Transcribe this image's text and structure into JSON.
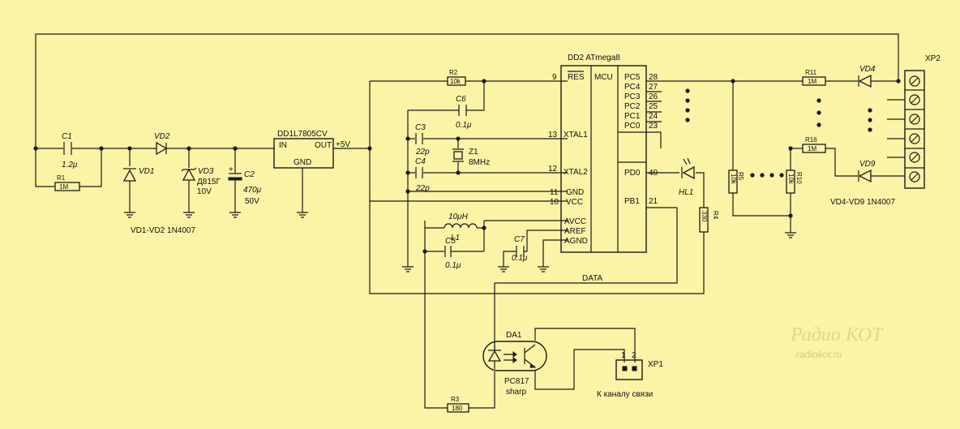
{
  "colors": {
    "background": "#fbf3a6",
    "ink": "#1a1a1a",
    "watermark": "#d8c98a"
  },
  "labels": {
    "c1": "C1",
    "c1_val": "1.2μ",
    "r1": "R1",
    "r1_val": "1M",
    "vd1": "VD1",
    "vd2": "VD2",
    "vd3": "VD3",
    "vd3_part": "Д815Г",
    "vd3_v": "10V",
    "c2": "C2",
    "c2_val": "470μ",
    "c2_v": "50V",
    "c2_plus": "+",
    "diodes_note": "VD1-VD2 1N4007",
    "dd1": "DD1",
    "dd1_part": "L7805CV",
    "dd1_in": "IN",
    "dd1_out": "OUT",
    "dd1_gnd": "GND",
    "v5": "+5V",
    "r2": "R2",
    "r2_val": "10k",
    "c6": "C6",
    "c6_val": "0.1μ",
    "c3": "C3",
    "c3_val": "22p",
    "c4": "C4",
    "c4_val": "22p",
    "z1": "Z1",
    "z1_val": "8MHz",
    "l1_val": "10μH",
    "l1": "L1",
    "c5": "C5",
    "c5_val": "0.1μ",
    "c7": "C7",
    "c7_val": "0.1μ",
    "dd2": "DD2 ATmega8",
    "mcu": "MCU",
    "pin9": "9",
    "pin13": "13",
    "pin12": "12",
    "pin11": "11",
    "pin10": "10",
    "res": "RES",
    "xtal1": "XTAL1",
    "xtal2": "XTAL2",
    "gnd": "GND",
    "vcc": "VCC",
    "avcc": "AVCC",
    "aref": "AREF",
    "agnd": "AGND",
    "pc5": "PC5",
    "pc4": "PC4",
    "pc3": "PC3",
    "pc2": "PC2",
    "pc1": "PC1",
    "pc0": "PC0",
    "pd0": "PD0",
    "pb1": "PB1",
    "p28": "28",
    "p27": "27",
    "p26": "26",
    "p25": "25",
    "p24": "24",
    "p23": "23",
    "p40": "40",
    "p21": "21",
    "hl1": "HL1",
    "r4": "R4",
    "r4_val": "330",
    "r5": "R5",
    "r5_val": "10k",
    "r10": "R10",
    "r10_val": "10k",
    "r11": "R11",
    "r11_val": "1M",
    "r16": "R16",
    "r16_val": "1M",
    "vd4": "VD4",
    "vd9": "VD9",
    "vd_note": "VD4-VD9 1N4007",
    "xp2": "XP2",
    "data": "DATA",
    "da1": "DA1",
    "da1_part": "PC817",
    "da1_mfr": "sharp",
    "r3": "R3",
    "r3_val": "180",
    "xp1": "XP1",
    "xp1_p1": "1",
    "xp1_p2": "2",
    "xp1_caption": "К каналу связи",
    "wm1": "Радио КОТ",
    "wm2": "radiokot.ru"
  }
}
